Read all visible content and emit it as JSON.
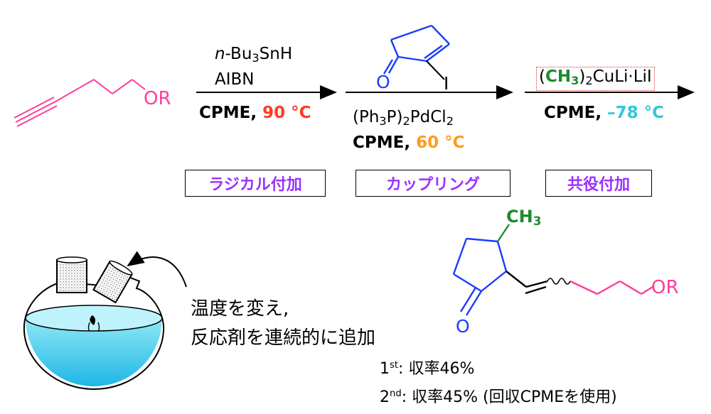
{
  "step1": {
    "reagent_prefix": "n",
    "reagent_main": "-Bu",
    "reagent_sub": "3",
    "reagent_suffix": "SnH",
    "initiator": "AIBN",
    "solvent": "CPME",
    "temperature": "90 °C",
    "temperature_color": "#ff3b1f",
    "label": "ラジカル付加"
  },
  "step2": {
    "ketone_O": "O",
    "ketone_I": "I",
    "catalyst_a": "(Ph",
    "catalyst_sub1": "3",
    "catalyst_b": "P)",
    "catalyst_sub2": "2",
    "catalyst_c": "PdCl",
    "catalyst_sub3": "2",
    "solvent": "CPME",
    "temperature": "60 °C",
    "temperature_color": "#ff9a1f",
    "label": "カップリング"
  },
  "step3": {
    "reagent_open": "(",
    "reagent_ch": "CH",
    "reagent_ch_sub": "3",
    "reagent_close": ")",
    "reagent_sub2": "2",
    "reagent_rest": "CuLi·LiI",
    "solvent": "CPME",
    "temperature": "–78 °C",
    "temperature_color": "#2fc8d8",
    "label": "共役付加"
  },
  "start_material": {
    "OR": "OR"
  },
  "product": {
    "CH": "CH",
    "CH_sub": "3",
    "O": "O",
    "OR": "OR"
  },
  "note": {
    "line1": "温度を変え,",
    "line2": "反応剤を連続的に追加"
  },
  "yields": {
    "first_num": "1",
    "first_sup": "st",
    "first_text": ": 収率46%",
    "second_num": "2",
    "second_sup": "nd",
    "second_text": ": 収率45% (回収CPMEを使用)"
  },
  "colors": {
    "pink": "#ff3d9a",
    "blue": "#1a3cff",
    "green": "#1e8a2e",
    "purple": "#9b30ff"
  }
}
